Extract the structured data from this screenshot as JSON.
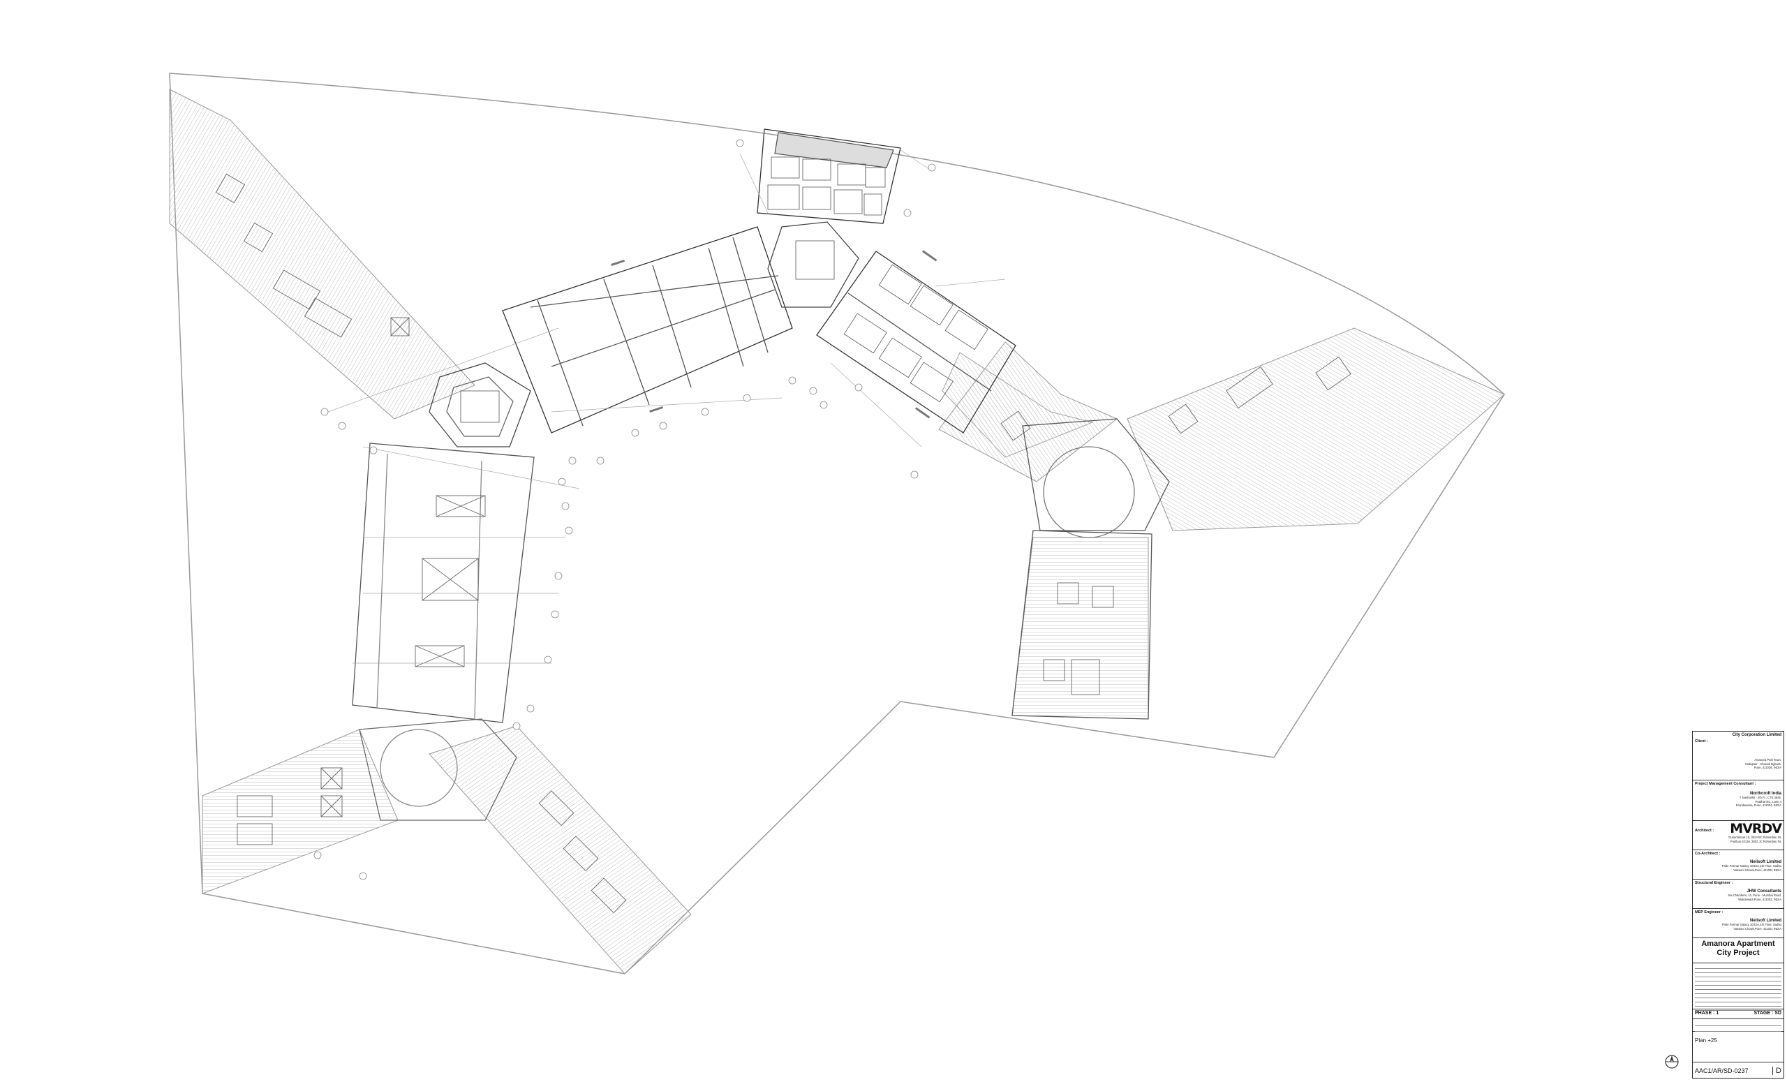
{
  "drawing": {
    "client_label": "Client :",
    "client_name": "City Corporation Limited",
    "client_address": [
      "Amanora Park Town,",
      "Hadapsar - Kharadi Bypass,",
      "Pune, 411028, INDIA"
    ],
    "pm_label": "Project Management Consultant :",
    "pm_name": "Northcroft India",
    "pm_address": [
      "7 Nashankit - 4th Fl., CTS 3845,",
      "Prabhat Rd., Lane 4",
      "Erandawana, Pune, 411004, INDIA"
    ],
    "architect_label": "Architect :",
    "architect_logo": "MVRDV",
    "architect_address": [
      "Dunantstraat 10, 3024 BC Rotterdam NL",
      "Postbus 63136, 3002 JC Rotterdam NL"
    ],
    "coarchitect_label": "Co-Architect :",
    "coarchitect_name": "Neilsoft Limited",
    "coarchitect_address": [
      "Pride Parmar Galaxy 10/10A,4th Floor, Sadhu",
      "Vaswani Chowk,Pune, 411001 INDIA"
    ],
    "structural_label": "Structural Engineer :",
    "structural_name": "JHW Consultants",
    "structural_address": [
      "Sai Chambers, 10, Pune - Mumbai Road,",
      "Wakdewadi,Pune, 411003, INDIA"
    ],
    "mep_label": "MEP Engineer :",
    "mep_name": "Neilsoft Limited",
    "mep_address": [
      "Pride Parmar Galaxy 10/10A,4th Floor, Sadhu",
      "Vaswani Chowk,Pune, 411001 INDIA"
    ],
    "project_title": "Amanora Apartment City Project",
    "phase": "PHASE : 1",
    "stage": "STAGE : SD",
    "sheet_title": "Plan +25",
    "drawing_number": "AAC1/AR/SD-0237",
    "revision": "D"
  }
}
